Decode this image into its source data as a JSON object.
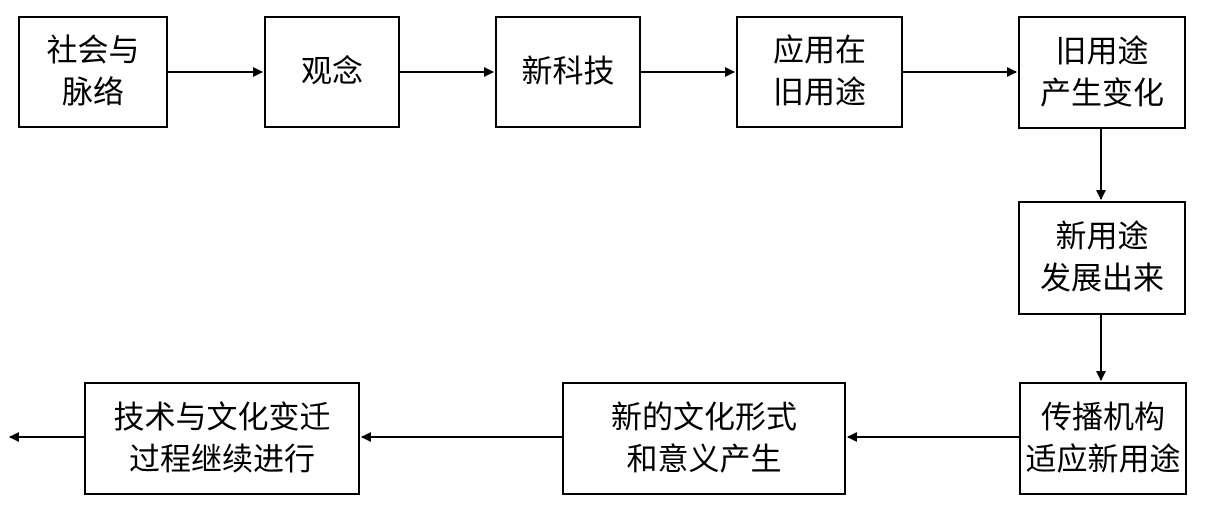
{
  "nodes": [
    {
      "id": "social-context",
      "label": "社会与\n脉络"
    },
    {
      "id": "concept",
      "label": "观念"
    },
    {
      "id": "new-tech",
      "label": "新科技"
    },
    {
      "id": "apply-old-use",
      "label": "应用在\n旧用途"
    },
    {
      "id": "old-use-change",
      "label": "旧用途\n产生变化"
    },
    {
      "id": "new-use-develop",
      "label": "新用途\n发展出来"
    },
    {
      "id": "institutions-adapt",
      "label": "传播机构\n适应新用途"
    },
    {
      "id": "new-culture-forms",
      "label": "新的文化形式\n和意义产生"
    },
    {
      "id": "process-continues",
      "label": "技术与文化变迁\n过程继续进行"
    }
  ]
}
